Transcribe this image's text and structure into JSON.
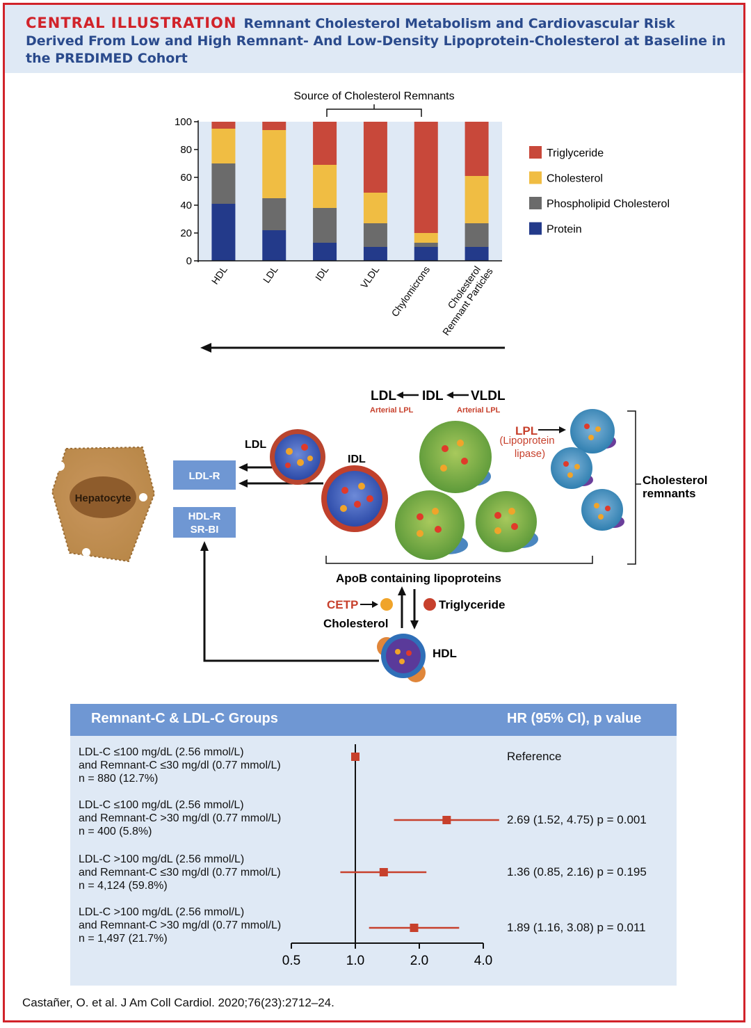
{
  "header": {
    "tag": "CENTRAL ILLUSTRATION",
    "title": "Remnant Cholesterol Metabolism and Cardiovascular Risk Derived From Low and High Remnant- And Low-Density Lipoprotein-Cholesterol at Baseline in the PREDIMED Cohort"
  },
  "chart_data": {
    "type": "bar",
    "stacked": true,
    "annotation": "Source of Cholesterol Remnants",
    "categories": [
      "HDL",
      "LDL",
      "IDL",
      "VLDL",
      "Chylomicrons",
      "Cholesterol Remnant Particles"
    ],
    "yticks": [
      "0",
      "20",
      "40",
      "60",
      "80",
      "100"
    ],
    "ylim": [
      0,
      100
    ],
    "legend_position": "right",
    "series": [
      {
        "name": "Protein",
        "color": "#233a8a",
        "values": [
          41,
          22,
          13,
          10,
          10,
          10
        ]
      },
      {
        "name": "Phospholipid Cholesterol",
        "color": "#6b6b6b",
        "values": [
          29,
          23,
          25,
          17,
          3,
          17
        ]
      },
      {
        "name": "Cholesterol",
        "color": "#f0bd43",
        "values": [
          25,
          49,
          31,
          22,
          7,
          34
        ]
      },
      {
        "name": "Triglyceride",
        "color": "#c8483a",
        "values": [
          5,
          6,
          31,
          51,
          80,
          39
        ]
      }
    ],
    "legend_order": [
      "Triglyceride",
      "Cholesterol",
      "Phospholipid Cholesterol",
      "Protein"
    ]
  },
  "diagram": {
    "hepatocyte": "Hepatocyte",
    "ldl_r": "LDL-R",
    "hdl_r_line1": "HDL-R",
    "hdl_r_line2": "SR-BI",
    "ldl": "LDL",
    "idl": "IDL",
    "hdl": "HDL",
    "chain_ldl": "LDL",
    "chain_idl": "IDL",
    "chain_vldl": "VLDL",
    "arterial_lpl_1": "Arterial LPL",
    "arterial_lpl_2": "Arterial LPL",
    "lpl": "LPL",
    "lpl_full_1": "(Lipoprotein",
    "lpl_full_2": "lipase)",
    "remnants_1": "Cholesterol",
    "remnants_2": "remnants",
    "apob": "ApoB containing lipoproteins",
    "cetp": "CETP",
    "cholesterol": "Cholesterol",
    "triglyceride": "Triglyceride"
  },
  "forest": {
    "col_left": "Remnant-C & LDL-C Groups",
    "col_right": "HR (95% CI), p value",
    "axis_ticks": [
      "0.5",
      "1.0",
      "2.0",
      "4.0"
    ],
    "rows": [
      {
        "l1": "LDL-C ≤100 mg/dL  (2.56 mmol/L)",
        "l2": "and Remnant-C ≤30 mg/dl  (0.77 mmol/L)",
        "l3": "n = 880 (12.7%)",
        "hr": "Reference",
        "est": 1.0,
        "lo": 1.0,
        "hi": 1.0
      },
      {
        "l1": "LDL-C ≤100 mg/dL  (2.56 mmol/L)",
        "l2": "and Remnant-C >30 mg/dl  (0.77 mmol/L)",
        "l3": "n = 400 (5.8%)",
        "hr": "2.69 (1.52, 4.75) p = 0.001",
        "est": 2.69,
        "lo": 1.52,
        "hi": 4.75
      },
      {
        "l1": "LDL-C >100 mg/dL  (2.56 mmol/L)",
        "l2": "and Remnant-C ≤30 mg/dl  (0.77 mmol/L)",
        "l3": "n = 4,124 (59.8%)",
        "hr": "1.36 (0.85, 2.16) p = 0.195",
        "est": 1.36,
        "lo": 0.85,
        "hi": 2.16
      },
      {
        "l1": "LDL-C >100 mg/dL  (2.56 mmol/L)",
        "l2": "and Remnant-C >30 mg/dl  (0.77 mmol/L)",
        "l3": "n = 1,497 (21.7%)",
        "hr": "1.89 (1.16, 3.08) p = 0.011",
        "est": 1.89,
        "lo": 1.16,
        "hi": 3.08
      }
    ]
  },
  "citation": "Castañer, O. et al. J Am Coll Cardiol. 2020;76(23):2712–24."
}
